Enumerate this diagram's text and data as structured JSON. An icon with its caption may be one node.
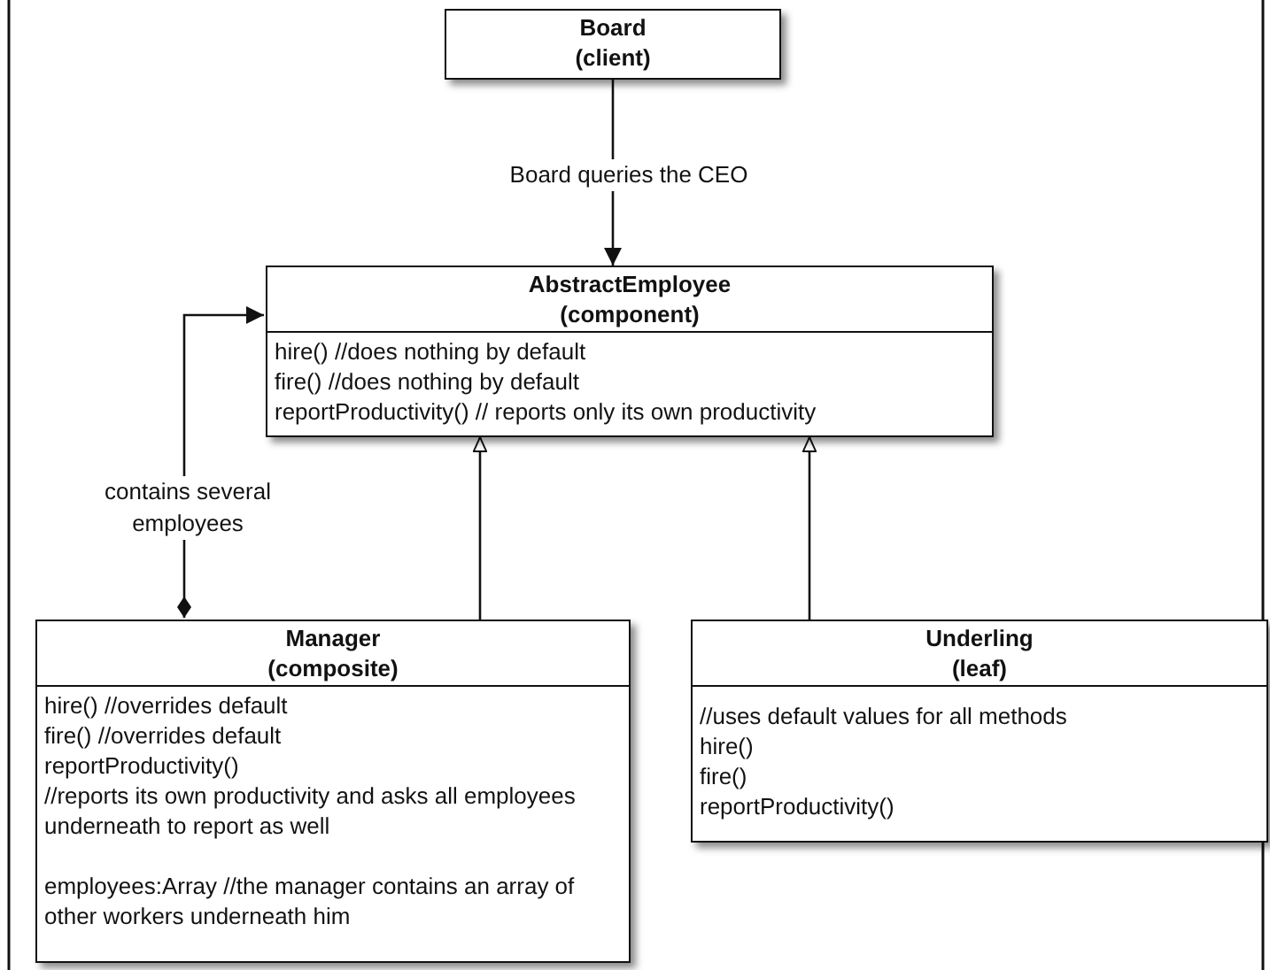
{
  "diagram": {
    "nodes": [
      {
        "text": [
          "Board (client)"
        ]
      },
      {
        "text": [
          "AbstractEmployee (component)",
          "hire() //does nothing by default",
          "fire() //does nothing by default",
          "reportProductivity() // reports only its own productivity"
        ]
      },
      {
        "text": [
          "Manager (composite)",
          "hire() //overrides default",
          "fire() //overrides default",
          "reportProductivity()",
          "//reports its own productivity and asks all employees underneath to report as well",
          "employees:Array //the manager contains an array of other workers underneath him"
        ]
      },
      {
        "text": [
          "Underling (leaf)",
          "//uses default values for all methods",
          "hire()",
          "fire()",
          "reportProductivity()"
        ]
      }
    ],
    "edges": [
      {
        "from": 0,
        "to": 1,
        "arrow": "to",
        "label": "Board queries the CEO"
      },
      {
        "from": 2,
        "to": 1,
        "arrow": "to",
        "label": "contains several employees"
      },
      {
        "from": 2,
        "to": 1,
        "arrow": "to"
      },
      {
        "from": 3,
        "to": 1,
        "arrow": "to"
      }
    ]
  }
}
